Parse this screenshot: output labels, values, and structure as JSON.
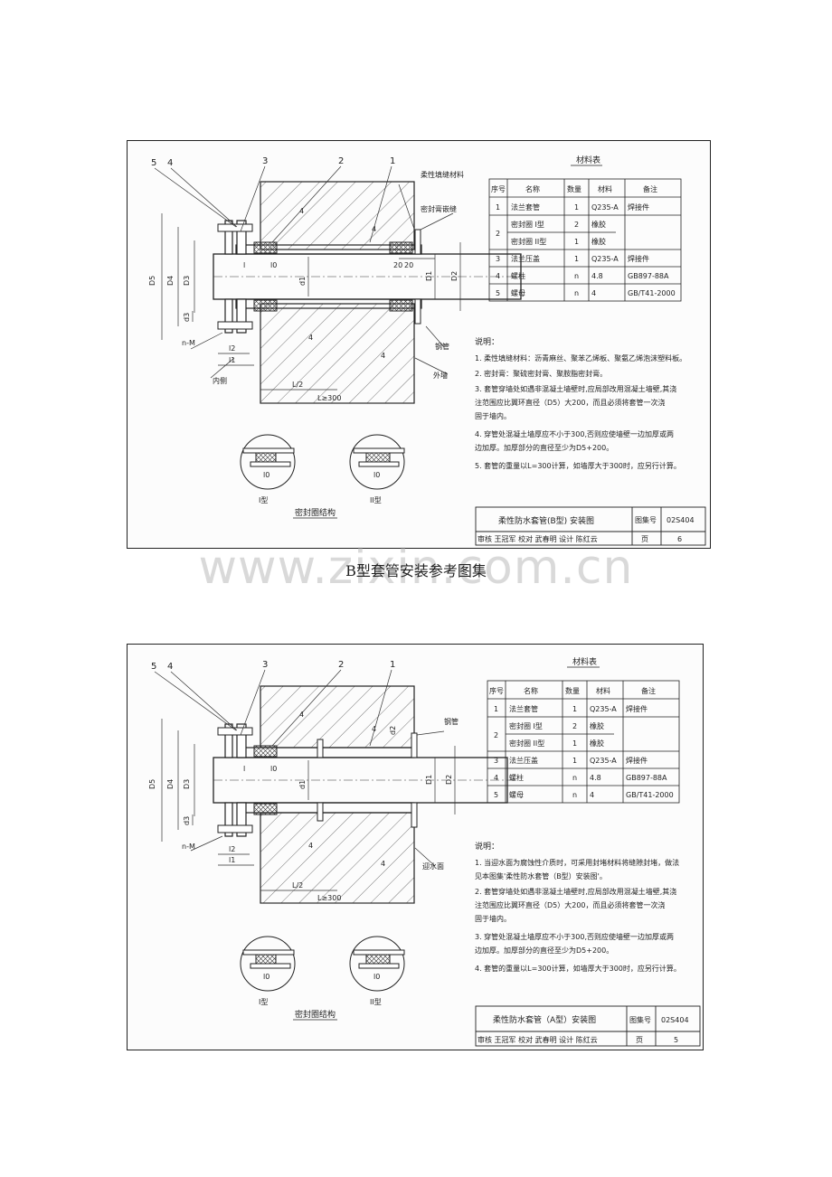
{
  "watermark": "www.zixin.com.cn",
  "caption": "B型套管安装参考图集",
  "sheets": [
    {
      "id": "sheet-b",
      "part_labels": [
        "5",
        "4",
        "3",
        "2",
        "1"
      ],
      "callouts": [
        "柔性填缝材料",
        "密封膏嵌缝",
        "钢管",
        "外墙",
        "内侧"
      ],
      "dims": {
        "D5": "D5",
        "D4": "D4",
        "D3": "D3",
        "d1": "d1",
        "D1": "D1",
        "D2": "D2",
        "d3": "d3",
        "l": "l",
        "l0": "l0",
        "l2": "l2",
        "l1": "l1",
        "nM": "n-M",
        "L2": "L/2",
        "L": "L≥300",
        "g20a": "20",
        "g20b": "20"
      },
      "table": {
        "title": "材料表",
        "headers": [
          "序号",
          "名称",
          "数量",
          "材料",
          "备注"
        ],
        "rows": [
          [
            "1",
            "法兰套管",
            "1",
            "Q235-A",
            "焊接件"
          ],
          [
            "",
            "密封圈  I型",
            "2",
            "橡胶",
            ""
          ],
          [
            "2",
            "密封圈  II型",
            "1",
            "橡胶",
            ""
          ],
          [
            "3",
            "法兰压盖",
            "1",
            "Q235-A",
            "焊接件"
          ],
          [
            "4",
            "螺柱",
            "n",
            "4.8",
            "GB897-88A"
          ],
          [
            "5",
            "螺母",
            "n",
            "4",
            "GB/T41-2000"
          ]
        ]
      },
      "notes_title": "说明：",
      "notes": [
        "1. 柔性填缝材料：沥青麻丝、聚苯乙烯板、聚氨乙烯泡沫塑料板。",
        "2. 密封膏：聚硫密封膏、聚胺脂密封膏。",
        "3. 套管穿墙处如遇非混凝土墙壁时,应局部改用混凝土墙壁,其浇",
        "    注范围应比翼环直径（D5）大200，而且必须将套管一次浇",
        "    固于墙内。",
        "4. 穿管处混凝土墙厚应不小于300,否则应使墙壁一边加厚或两",
        "    边加厚。加厚部分的直径至少为D5+200。",
        "5. 套管的重量以L=300计算，如墙厚大于300时，应另行计算。"
      ],
      "detail_labels": [
        "l0",
        "l0"
      ],
      "type_labels": [
        "I型",
        "II型"
      ],
      "detail_caption": "密封圈结构",
      "title_block": {
        "title": "柔性防水套管(B型) 安装图",
        "atlas_label": "图集号",
        "atlas_no": "02S404",
        "signatures": "审核 王冠军 校对 武春明 设计 陈红云",
        "page_label": "页",
        "page_no": "6"
      }
    },
    {
      "id": "sheet-a",
      "part_labels": [
        "5",
        "4",
        "3",
        "2",
        "1"
      ],
      "callouts": [
        "钢管",
        "迎水面"
      ],
      "dims": {
        "D5": "D5",
        "D4": "D4",
        "D3": "D3",
        "d1": "d1",
        "D1": "D1",
        "D2": "D2",
        "d3": "d3",
        "l": "l",
        "l0": "l0",
        "l2": "l2",
        "l1": "l1",
        "nM": "n-M",
        "L2": "L/2",
        "L": "L≥300",
        "d2": "d2"
      },
      "table": {
        "title": "材料表",
        "headers": [
          "序号",
          "名称",
          "数量",
          "材料",
          "备注"
        ],
        "rows": [
          [
            "1",
            "法兰套管",
            "1",
            "Q235-A",
            "焊接件"
          ],
          [
            "",
            "密封圈  I型",
            "2",
            "橡胶",
            ""
          ],
          [
            "2",
            "密封圈  II型",
            "1",
            "橡胶",
            ""
          ],
          [
            "3",
            "法兰压盖",
            "1",
            "Q235-A",
            "焊接件"
          ],
          [
            "4",
            "螺柱",
            "n",
            "4.8",
            "GB897-88A"
          ],
          [
            "5",
            "螺母",
            "n",
            "4",
            "GB/T41-2000"
          ]
        ]
      },
      "notes_title": "说明：",
      "notes": [
        "1. 当迎水面为腐蚀性介质时，可采用封堵材料将缝隙封堵，做法",
        "    见本图集'柔性防水套管（B型）安装图'。",
        "2. 套管穿墙处如遇非混凝土墙壁时,应局部改用混凝土墙壁,其浇",
        "    注范围应比翼环直径（D5）大200，而且必须将套管一次浇",
        "    固于墙内。",
        "3. 穿管处混凝土墙厚应不小于300,否则应使墙壁一边加厚或两",
        "    边加厚。加厚部分的直径至少为D5+200。",
        "4. 套管的重量以L=300计算，如墙厚大于300时，应另行计算。"
      ],
      "detail_labels": [
        "l0",
        "l0"
      ],
      "type_labels": [
        "I型",
        "II型"
      ],
      "detail_caption": "密封圈结构",
      "title_block": {
        "title": "柔性防水套管（A型）安装图",
        "atlas_label": "图集号",
        "atlas_no": "02S404",
        "signatures": "审核 王冠军 校对 武春明 设计 陈红云",
        "page_label": "页",
        "page_no": "5"
      }
    }
  ]
}
